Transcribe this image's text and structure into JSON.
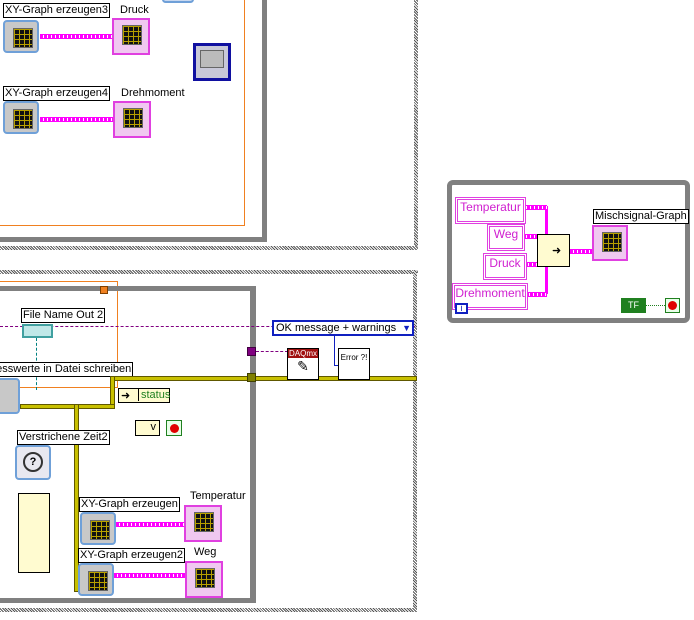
{
  "top_panel": {
    "xy3_label": "XY-Graph erzeugen3",
    "druck_label": "Druck",
    "xy4_label": "XY-Graph erzeugen4",
    "drehmoment_label": "Drehmoment"
  },
  "bottom_panel": {
    "file_name_label": "File Name Out 2",
    "write_label": "Messwerte in Datei schreiben",
    "status_label": "status",
    "bool_or_label": "v",
    "timer_label": "Verstrichene Zeit2",
    "xy_label": "XY-Graph erzeugen",
    "temperatur_label": "Temperatur",
    "xy2_label": "XY-Graph erzeugen2",
    "weg_label": "Weg",
    "error_dropdown": "OK message + warnings",
    "daqmx_label": "DAQmx",
    "error_label": "Error ?!"
  },
  "right_panel": {
    "controls": [
      "Temperatur",
      "Weg",
      "Druck",
      "Drehmoment"
    ],
    "graph_label": "Mischsignal-Graph",
    "iteration": "i",
    "bool_const": "TF"
  },
  "colors": {
    "dynamic_wire": "#ff00ff",
    "error_wire": "#c8c000",
    "loop_border": "#808080",
    "case_border": "#f08020"
  }
}
